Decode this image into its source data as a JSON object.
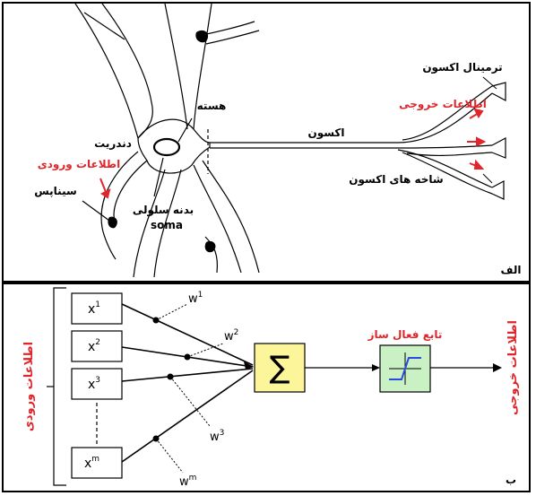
{
  "panel_a": {
    "corner_label": "الف",
    "labels": {
      "terminal": "ترمینال اکسون",
      "output_info": "اطلاعات خروجی",
      "nucleus": "هسته",
      "axon": "اکسون",
      "dendrite": "دندریت",
      "input_info": "اطلاعات ورودی",
      "synapse": "سیناپس",
      "axon_branches": "شاخه های اکسون",
      "cell_body": "بدنه سلولی",
      "soma": "soma"
    }
  },
  "panel_b": {
    "corner_label": "ب",
    "input_side_label": "اطلاعات ورودی",
    "output_side_label": "اطلاعات خروجی",
    "activation_label": "تابع فعال ساز",
    "sum_symbol": "∑",
    "inputs": [
      {
        "base": "x",
        "sup": "1"
      },
      {
        "base": "x",
        "sup": "2"
      },
      {
        "base": "x",
        "sup": "3"
      },
      {
        "base": "x",
        "sup": "m"
      }
    ],
    "weights": [
      {
        "base": "w",
        "sup": "1"
      },
      {
        "base": "w",
        "sup": "2"
      },
      {
        "base": "w",
        "sup": "3"
      },
      {
        "base": "w",
        "sup": "m"
      }
    ]
  },
  "colors": {
    "red_text": "#e0262b",
    "sum_fill": "#fdf59a",
    "activation_fill": "#c9f1c4",
    "activation_curve": "#2a4be0"
  }
}
